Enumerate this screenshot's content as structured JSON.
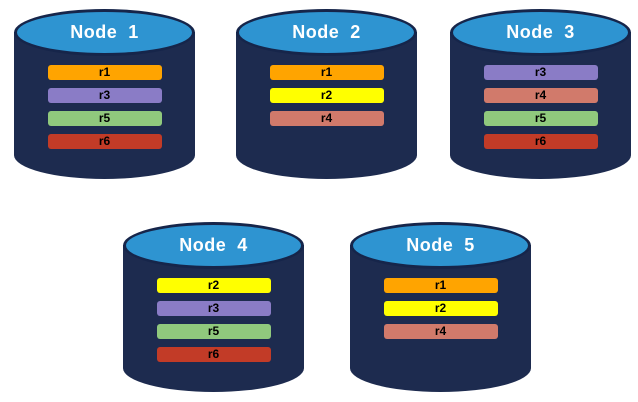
{
  "colors": {
    "background": "#ffffff",
    "cylinder_body": "#1d2b4f",
    "cylinder_top": "#2e94d1",
    "cylinder_border": "#16254a",
    "title_text": "#ffffff",
    "bar_text": "#000000",
    "replicas": {
      "r1": "#ffa400",
      "r2": "#ffff00",
      "r3": "#8a7cc6",
      "r4": "#d17a6b",
      "r5": "#90c97d",
      "r6": "#c23b27"
    }
  },
  "nodes": [
    {
      "title": "Node  1",
      "replicas": [
        "r1",
        "r3",
        "r5",
        "r6"
      ]
    },
    {
      "title": "Node  2",
      "replicas": [
        "r1",
        "r2",
        "r4"
      ]
    },
    {
      "title": "Node  3",
      "replicas": [
        "r3",
        "r4",
        "r5",
        "r6"
      ]
    },
    {
      "title": "Node  4",
      "replicas": [
        "r2",
        "r3",
        "r5",
        "r6"
      ]
    },
    {
      "title": "Node  5",
      "replicas": [
        "r1",
        "r2",
        "r4"
      ]
    }
  ]
}
